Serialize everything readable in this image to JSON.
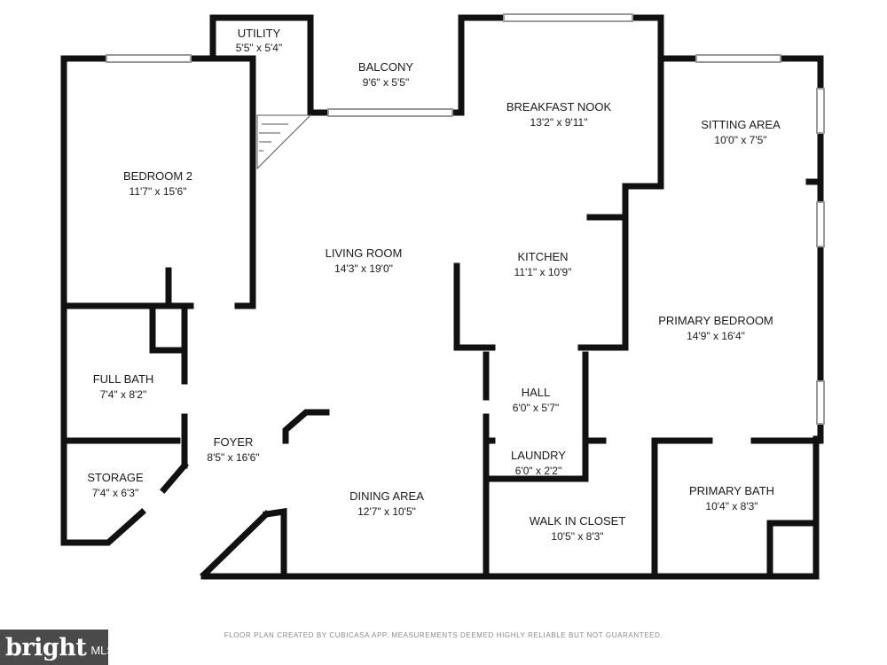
{
  "rooms": [
    {
      "name": "UTILITY",
      "dims": "5'5\" x 5'4\""
    },
    {
      "name": "BALCONY",
      "dims": "9'6\" x 5'5\""
    },
    {
      "name": "BREAKFAST NOOK",
      "dims": "13'2\" x 9'11\""
    },
    {
      "name": "SITTING AREA",
      "dims": "10'0\" x 7'5\""
    },
    {
      "name": "BEDROOM 2",
      "dims": "11'7\" x 15'6\""
    },
    {
      "name": "LIVING ROOM",
      "dims": "14'3\" x 19'0\""
    },
    {
      "name": "KITCHEN",
      "dims": "11'1\" x 10'9\""
    },
    {
      "name": "PRIMARY BEDROOM",
      "dims": "14'9\" x 16'4\""
    },
    {
      "name": "FULL BATH",
      "dims": "7'4\" x 8'2\""
    },
    {
      "name": "HALL",
      "dims": "6'0\" x 5'7\""
    },
    {
      "name": "FOYER",
      "dims": "8'5\" x 16'6\""
    },
    {
      "name": "LAUNDRY",
      "dims": "6'0\" x 2'2\""
    },
    {
      "name": "STORAGE",
      "dims": "7'4\" x 6'3\""
    },
    {
      "name": "DINING AREA",
      "dims": "12'7\" x 10'5\""
    },
    {
      "name": "PRIMARY BATH",
      "dims": "10'4\" x 8'3\""
    },
    {
      "name": "WALK IN CLOSET",
      "dims": "10'5\" x 8'3\""
    }
  ],
  "footer": {
    "disclaimer": "FLOOR PLAN CREATED BY CUBICASA APP. MEASUREMENTS DEEMED HIGHLY RELIABLE BUT NOT GUARANTEED."
  },
  "badge": {
    "brand": "bright",
    "suffix": "MLS"
  },
  "colors": {
    "wall": "#111111",
    "window": "#9a9a9a",
    "badge_bg": "#4a4a4a",
    "footer_text": "#8a8a8a"
  }
}
